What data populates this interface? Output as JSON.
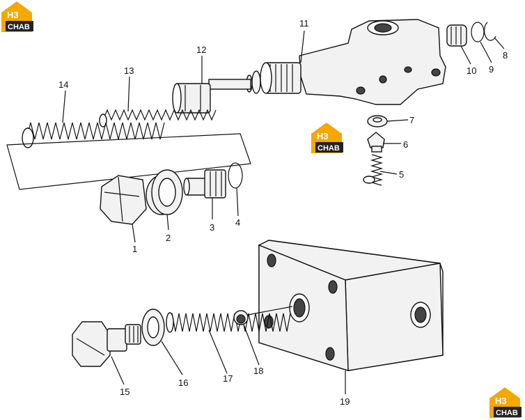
{
  "logo": {
    "mark": "H3",
    "name": "CHAB",
    "accent": "#f5a800",
    "badge": "#222222"
  },
  "callouts": [
    {
      "id": "1",
      "label": "1"
    },
    {
      "id": "2",
      "label": "2"
    },
    {
      "id": "3",
      "label": "3"
    },
    {
      "id": "4",
      "label": "4"
    },
    {
      "id": "5",
      "label": "5"
    },
    {
      "id": "6",
      "label": "6"
    },
    {
      "id": "7",
      "label": "7"
    },
    {
      "id": "8",
      "label": "8"
    },
    {
      "id": "9",
      "label": "9"
    },
    {
      "id": "10",
      "label": "10"
    },
    {
      "id": "11",
      "label": "11"
    },
    {
      "id": "12",
      "label": "12"
    },
    {
      "id": "13",
      "label": "13"
    },
    {
      "id": "14",
      "label": "14"
    },
    {
      "id": "15",
      "label": "15"
    },
    {
      "id": "16",
      "label": "16"
    },
    {
      "id": "17",
      "label": "17"
    },
    {
      "id": "18",
      "label": "18"
    },
    {
      "id": "19",
      "label": "19"
    }
  ]
}
